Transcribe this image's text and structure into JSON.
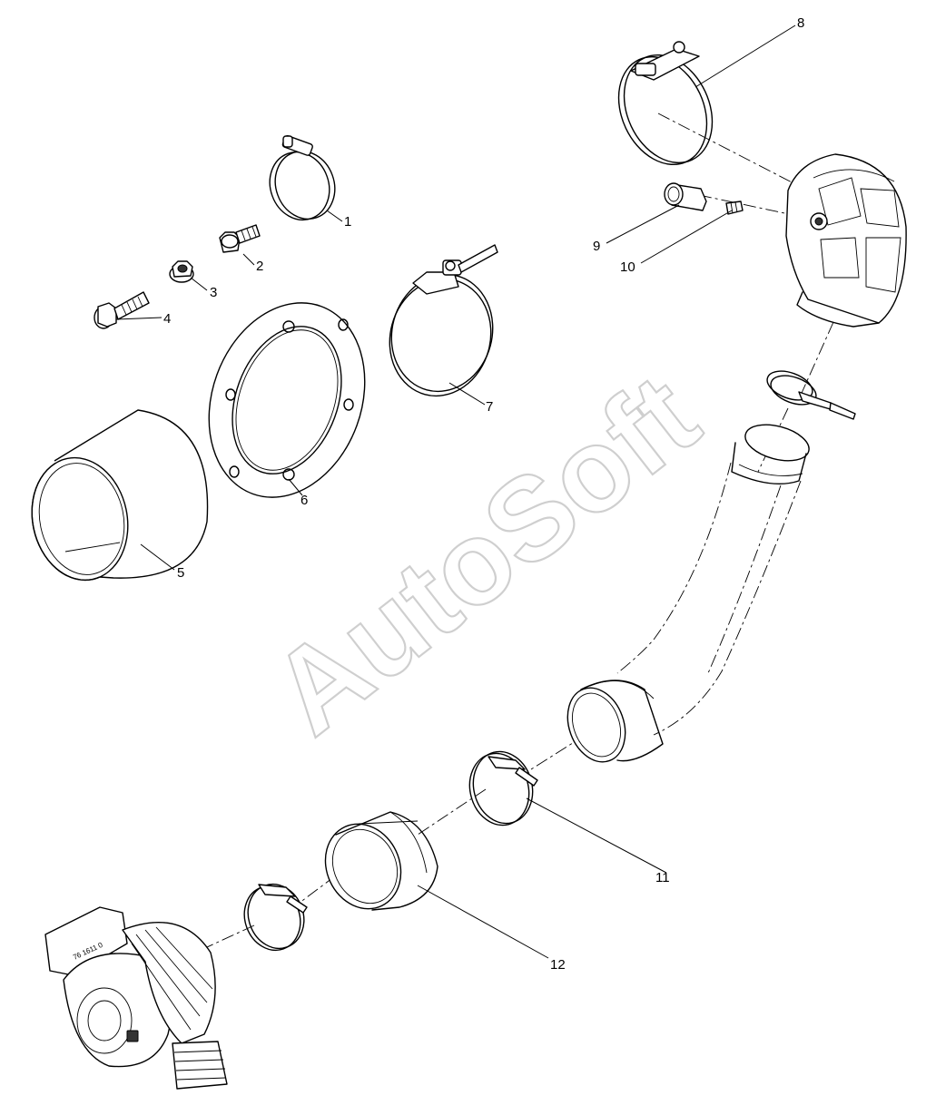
{
  "callouts": [
    {
      "id": 1,
      "label": "1"
    },
    {
      "id": 2,
      "label": "2"
    },
    {
      "id": 3,
      "label": "3"
    },
    {
      "id": 4,
      "label": "4"
    },
    {
      "id": 5,
      "label": "5"
    },
    {
      "id": 6,
      "label": "6"
    },
    {
      "id": 7,
      "label": "7"
    },
    {
      "id": 8,
      "label": "8"
    },
    {
      "id": 9,
      "label": "9"
    },
    {
      "id": 10,
      "label": "10"
    },
    {
      "id": 11,
      "label": "11"
    },
    {
      "id": 12,
      "label": "12"
    }
  ],
  "watermark": "AutoSoft",
  "turbo_casting_text": "76 1611 0"
}
